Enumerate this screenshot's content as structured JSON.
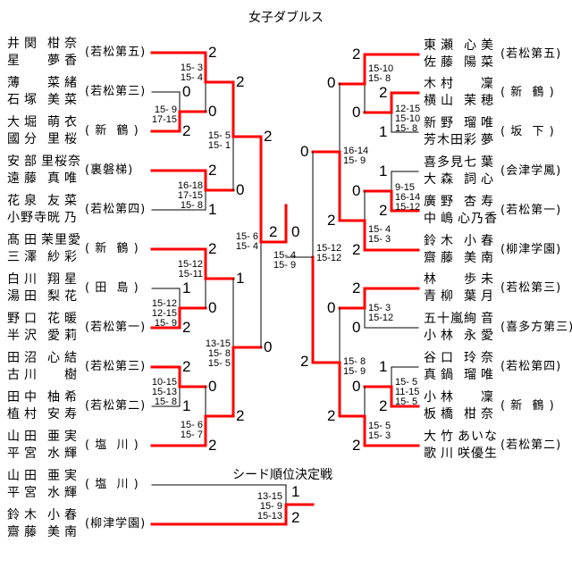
{
  "title": "女子ダブルス",
  "left_teams": [
    {
      "players": [
        "井関 柑奈",
        "星 夢香"
      ],
      "school": "(若松第五)"
    },
    {
      "players": [
        "薄 菜緒",
        "石塚 美菜"
      ],
      "school": "(若松第三)"
    },
    {
      "players": [
        "大堀 萌衣",
        "國分 里桜"
      ],
      "school": "( 新  鶴 )"
    },
    {
      "players": [
        "安部 里桜奈",
        "遠藤 真唯"
      ],
      "school": "(裏磐梯)"
    },
    {
      "players": [
        "花泉 友菜",
        "小野寺 晄乃"
      ],
      "school": "(若松第四)"
    },
    {
      "players": [
        "髙田 茉里愛",
        "三澤 紗彩"
      ],
      "school": "( 新  鶴 )"
    },
    {
      "players": [
        "白川 翔星",
        "湯田 梨花"
      ],
      "school": "( 田  島 )"
    },
    {
      "players": [
        "野口 花暖",
        "半沢 愛莉"
      ],
      "school": "(若松第一)"
    },
    {
      "players": [
        "田沼 心結",
        "古川 樹"
      ],
      "school": "(若松第三)"
    },
    {
      "players": [
        "田中 柚希",
        "植村 安寿"
      ],
      "school": "(若松第二)"
    },
    {
      "players": [
        "山田 亜実",
        "平宮 水輝"
      ],
      "school": "( 塩  川 )"
    }
  ],
  "right_teams": [
    {
      "players": [
        "東瀬 心美",
        "佐藤 陽菜"
      ],
      "school": "(若松第五)"
    },
    {
      "players": [
        "木村 凜",
        "横山 茉穂"
      ],
      "school": "( 新  鶴 )"
    },
    {
      "players": [
        "新野 瑠唯",
        "芳木田 彩夢"
      ],
      "school": "( 坂  下 )"
    },
    {
      "players": [
        "喜多見 七葉",
        "大森 詞心"
      ],
      "school": "(会津学鳳)"
    },
    {
      "players": [
        "廣野 杏寿",
        "中嶋 心乃香"
      ],
      "school": "(若松第一)"
    },
    {
      "players": [
        "鈴木 小春",
        "齋藤 美南"
      ],
      "school": "(柳津学園)"
    },
    {
      "players": [
        "林 歩未",
        "青柳 葉月"
      ],
      "school": "(若松第三)"
    },
    {
      "players": [
        "五十嵐 絢音",
        "小林 永愛"
      ],
      "school": "(喜多方第三)"
    },
    {
      "players": [
        "谷口 玲奈",
        "真鍋 瑠唯"
      ],
      "school": "(若松第四)"
    },
    {
      "players": [
        "小林 凜",
        "板橋 柑奈"
      ],
      "school": "( 新  鶴 )"
    },
    {
      "players": [
        "大竹 あいな",
        "歌川 咲優生"
      ],
      "school": "(若松第二)"
    }
  ],
  "matches": {
    "L1": {
      "top": "0",
      "bottom": "2",
      "sets": [
        "15- 9",
        "17-15"
      ]
    },
    "L2": {
      "top": "2",
      "bottom": "0",
      "sets": [
        "15- 3",
        "15- 4"
      ]
    },
    "L3": {
      "top": "2",
      "bottom": "1",
      "sets": [
        "16-18",
        "17-15",
        "15- 8"
      ]
    },
    "L4": {
      "top": "2",
      "bottom": "0",
      "sets": [
        "15- 5",
        "15- 1"
      ]
    },
    "L5": {
      "top": "1",
      "bottom": "2",
      "sets": [
        "15-12",
        "12-15",
        "15- 9"
      ]
    },
    "L6": {
      "top": "2",
      "bottom": "0",
      "sets": [
        "15-12",
        "15-11"
      ]
    },
    "L7": {
      "top": "2",
      "bottom": "1",
      "sets": [
        "10-15",
        "15-13",
        "15- 8"
      ]
    },
    "L8": {
      "top": "0",
      "bottom": "2",
      "sets": [
        "15- 6",
        "15- 7"
      ]
    },
    "L9": {
      "top": "1",
      "bottom": "2",
      "sets": [
        "13-15",
        "15- 8",
        "15- 5"
      ]
    },
    "L10": {
      "top": "2",
      "bottom": "0",
      "sets": [
        "15- 6",
        "15- 4"
      ]
    },
    "R1": {
      "top": "2",
      "bottom": "1",
      "sets": [
        "12-15",
        "15-10",
        "15- 8"
      ]
    },
    "R2": {
      "top": "2",
      "bottom": "0",
      "sets": [
        "15-10",
        "15- 8"
      ]
    },
    "R3": {
      "top": "1",
      "bottom": "2",
      "sets": [
        "9-15",
        "16-14",
        "15-12"
      ]
    },
    "R4": {
      "top": "0",
      "bottom": "2",
      "sets": [
        "15- 4",
        "15- 3"
      ]
    },
    "R5": {
      "top": "0",
      "bottom": "2",
      "sets": [
        "16-14",
        "15- 9"
      ]
    },
    "R6": {
      "top": "2",
      "bottom": "0",
      "sets": [
        "15- 3",
        "15-12"
      ]
    },
    "R7": {
      "top": "1",
      "bottom": "2",
      "sets": [
        "15- 5",
        "11-15",
        "15- 5"
      ]
    },
    "R8": {
      "top": "0",
      "bottom": "2",
      "sets": [
        "15- 5",
        "15- 3"
      ]
    },
    "R9": {
      "top": "0",
      "bottom": "2",
      "sets": [
        "15- 8",
        "15- 9"
      ]
    },
    "R10": {
      "top": "0",
      "bottom": "2",
      "sets": [
        "15-12",
        "15-12"
      ]
    }
  },
  "final": {
    "left": "2",
    "right": "0",
    "sets": [
      "15- 4",
      "15- 9"
    ]
  },
  "seed_match": {
    "label": "シード順位決定戦",
    "teams": [
      {
        "players": [
          "山田 亜実",
          "平宮 水輝"
        ],
        "school": "( 塩  川 )"
      },
      {
        "players": [
          "鈴木 小春",
          "齋藤 美南"
        ],
        "school": "(柳津学園)"
      }
    ],
    "top": "1",
    "bottom": "2",
    "sets": [
      "13-15",
      "15- 9",
      "15-13"
    ]
  },
  "colors": {
    "winner_line": "#ff0000",
    "loser_line": "#000000"
  }
}
